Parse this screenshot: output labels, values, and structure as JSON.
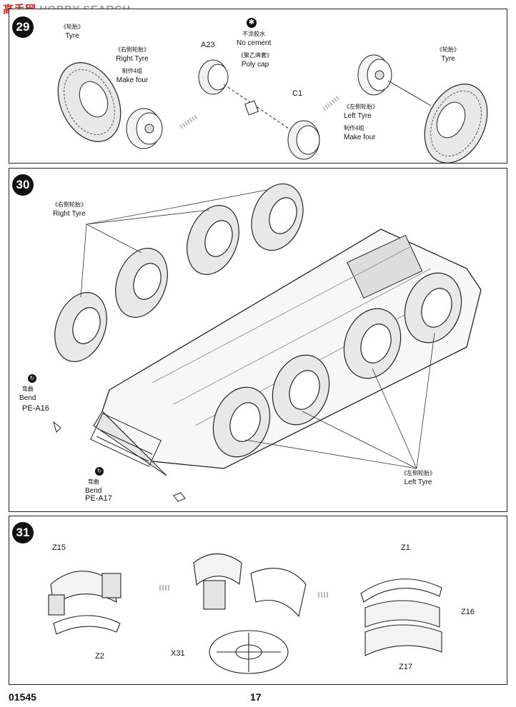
{
  "watermark": {
    "cn": "高手网",
    "en": "HOBBY SEARCH"
  },
  "step29": {
    "number": "29",
    "right_tyre": {
      "cn": "《轮胎》",
      "en": "Tyre"
    },
    "right_side": {
      "cn": "《右侧轮胎》",
      "en": "Right Tyre",
      "qty_cn": "制作4组",
      "qty_en": "Make four"
    },
    "no_cement": {
      "cn": "不涂胶水",
      "en": "No cement"
    },
    "poly_cap": {
      "cn": "《聚乙烯套》",
      "en": "Poly cap"
    },
    "part_a23": "A23",
    "part_c1": "C1",
    "left_side": {
      "cn": "《左侧轮胎》",
      "en": "Left Tyre",
      "qty_cn": "制作4组",
      "qty_en": "Make four"
    },
    "left_tyre": {
      "cn": "《轮胎》",
      "en": "Tyre"
    }
  },
  "step30": {
    "number": "30",
    "right_tyre": {
      "cn": "《右侧轮胎》",
      "en": "Right Tyre"
    },
    "bend1": {
      "cn": "弯曲",
      "en": "Bend",
      "part": "PE-A16"
    },
    "bend2": {
      "cn": "弯曲",
      "en": "Bend",
      "part": "PE-A17"
    },
    "left_tyre": {
      "cn": "《左侧轮胎》",
      "en": "Left Tyre"
    }
  },
  "step31": {
    "number": "31",
    "z15": "Z15",
    "z2": "Z2",
    "x31": "X31",
    "z1": "Z1",
    "z16": "Z16",
    "z17": "Z17"
  },
  "footer": {
    "code": "01545",
    "page": "17"
  }
}
